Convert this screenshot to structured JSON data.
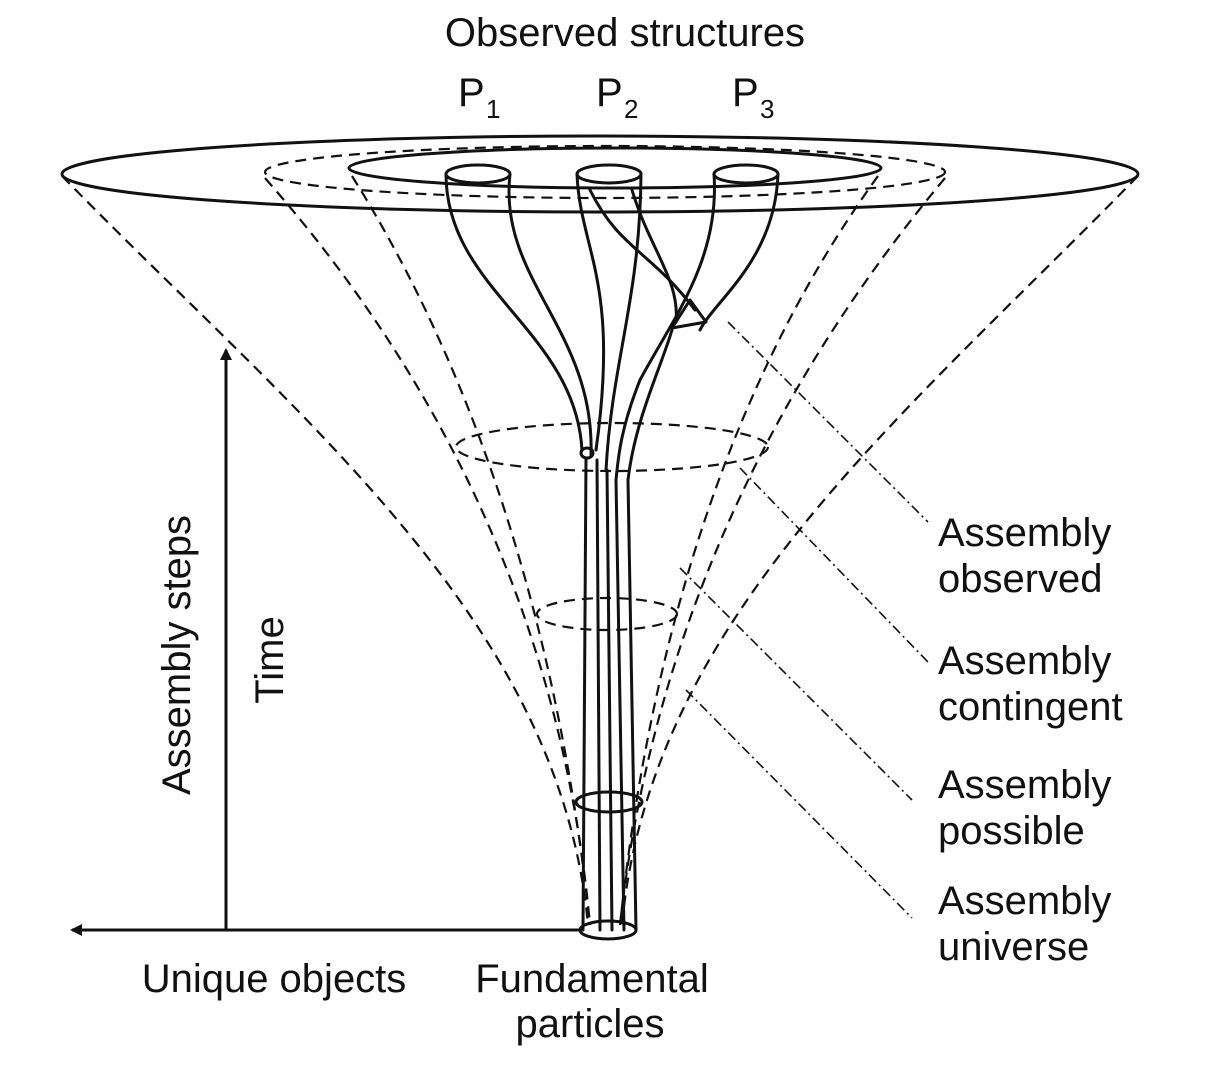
{
  "title": "Observed structures",
  "products": [
    {
      "letter": "P",
      "index": "1"
    },
    {
      "letter": "P",
      "index": "2"
    },
    {
      "letter": "P",
      "index": "3"
    }
  ],
  "axes": {
    "vertical_label": "Assembly steps",
    "time_label": "Time",
    "horizontal_label": "Unique objects",
    "origin_label_line1": "Fundamental",
    "origin_label_line2": "particles"
  },
  "levels": [
    {
      "line1": "Assembly",
      "line2": "observed"
    },
    {
      "line1": "Assembly",
      "line2": "contingent"
    },
    {
      "line1": "Assembly",
      "line2": "possible"
    },
    {
      "line1": "Assembly",
      "line2": "universe"
    }
  ]
}
